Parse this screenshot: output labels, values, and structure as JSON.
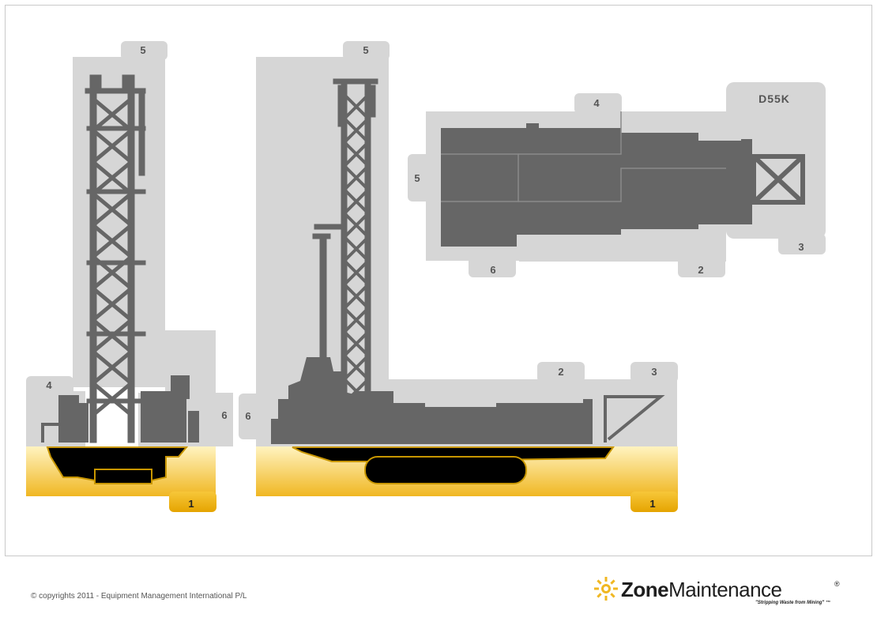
{
  "diagram": {
    "left_view": {
      "zones": {
        "z1": "1",
        "z4": "4",
        "z5": "5",
        "z6": "6"
      }
    },
    "side_view": {
      "zones": {
        "z1": "1",
        "z2": "2",
        "z3": "3",
        "z5": "5",
        "z6": "6"
      }
    },
    "top_view": {
      "model": "D55K",
      "zones": {
        "z2": "2",
        "z3": "3",
        "z4": "4",
        "z5": "5",
        "z6": "6"
      }
    }
  },
  "footer": {
    "copyright": "© copyrights 2011 - Equipment Management International P/L",
    "logo_bold": "Zone",
    "logo_light": "Maintenance",
    "logo_registered": "®",
    "tagline": "\"Stripping Waste from Mining\" ™"
  },
  "colors": {
    "zone_fill": "#d6d6d6",
    "silhouette": "#666666",
    "gold": "#f0b722",
    "black": "#000000"
  }
}
